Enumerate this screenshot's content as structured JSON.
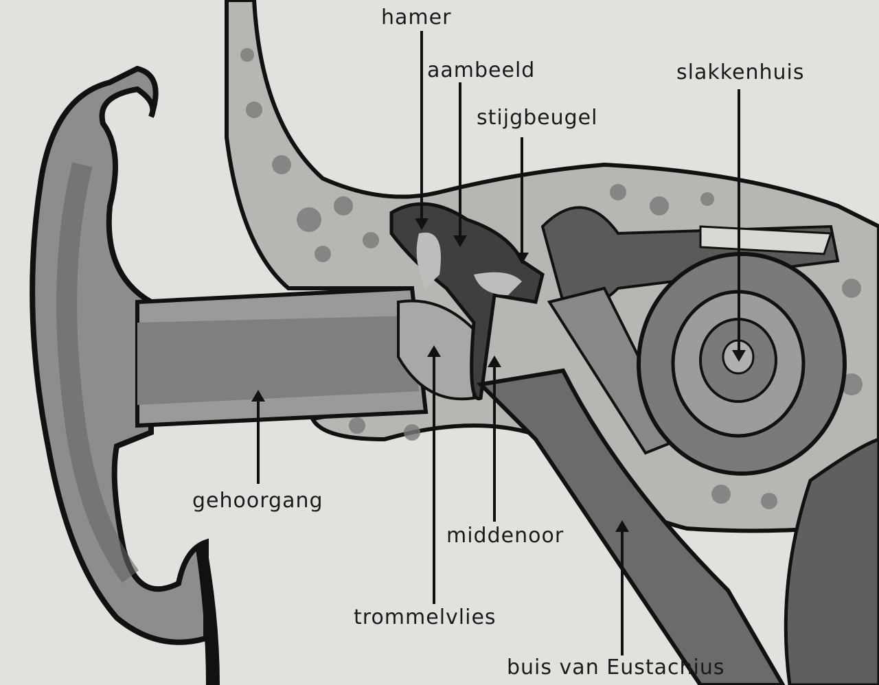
{
  "title": "Ear anatomy diagram",
  "labels": {
    "hamer": "hamer",
    "aambeeld": "aambeeld",
    "stijgbeugel": "stijgbeugel",
    "slakkenhuis": "slakkenhuis",
    "gehoorgang": "gehoorgang",
    "middenoor": "middenoor",
    "trommelvlies": "trommelvlies",
    "eustachius": "buis van Eustachius"
  },
  "colors": {
    "background": "#e2e1de",
    "outline": "#111111",
    "tissue": "#8a8a8a",
    "dark": "#444444",
    "bone": "#c9c9c6"
  }
}
